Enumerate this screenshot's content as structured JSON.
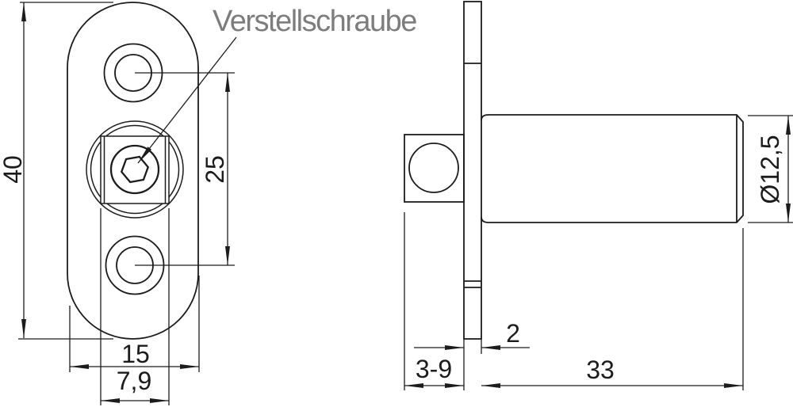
{
  "colors": {
    "line": "#1c1c1c",
    "label": "#7d7d7d",
    "background": "#ffffff"
  },
  "annotation": {
    "label": "Verstellschraube"
  },
  "front_view": {
    "dim_height": "40",
    "dim_hole_spacing": "25",
    "dim_plate_width": "15",
    "dim_screw_width": "7,9"
  },
  "side_view": {
    "dim_shaft_diameter": "Ø12,5",
    "dim_flange_thickness": "2",
    "dim_adjust_range": "3-9",
    "dim_shaft_length": "33"
  }
}
